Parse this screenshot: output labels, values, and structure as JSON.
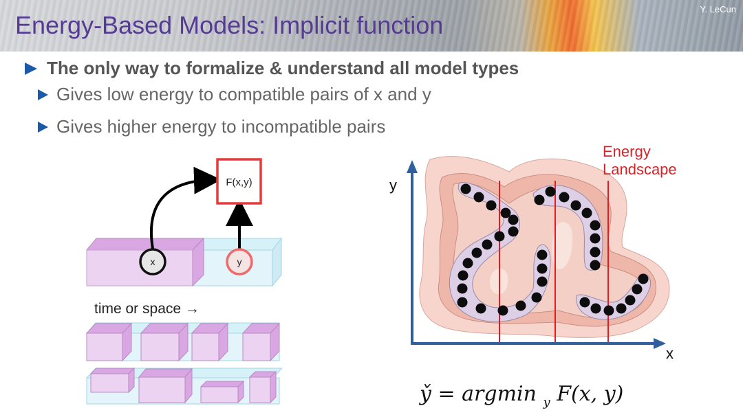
{
  "header": {
    "title": "Energy-Based Models: Implicit function",
    "author": "Y. LeCun"
  },
  "bullets": {
    "main": "The only way to formalize & understand all model types",
    "sub1": "Gives low energy to compatible pairs of x and y",
    "sub2": "Gives higher energy to incompatible pairs"
  },
  "diagram": {
    "function_label": "F(x,y)",
    "x_label": "x",
    "y_label": "y",
    "axis_caption": "time or space →"
  },
  "landscape": {
    "title_line1": "Energy",
    "title_line2": "Landscape",
    "y_axis": "y",
    "x_axis": "x",
    "formula": "y̌ = argmin",
    "formula_sub": "y",
    "formula_rest": "F(x, y)"
  },
  "colors": {
    "title": "#553b94",
    "bullet_triangle": "#1b5aa8",
    "accent_red": "#d9232a",
    "axis_blue": "#2f5f9c",
    "box_purple": "#e2c6ec"
  }
}
